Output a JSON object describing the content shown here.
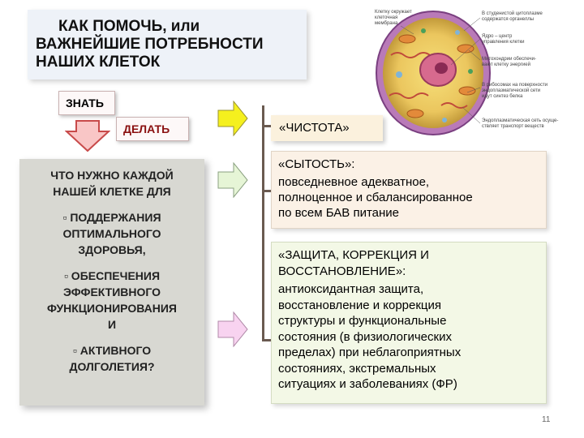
{
  "title": {
    "line1": "КАК ПОМОЧЬ, или",
    "line2": "ВАЖНЕЙШИЕ ПОТРЕБНОСТИ",
    "line3": "НАШИХ КЛЕТОК"
  },
  "znat": "ЗНАТЬ",
  "delat": "ДЕЛАТЬ",
  "left_panel": {
    "question_line1": "ЧТО НУЖНО КАЖДОЙ",
    "question_line2": "НАШЕЙ КЛЕТКЕ ДЛЯ",
    "item1_line1": "▫ ПОДДЕРЖАНИЯ",
    "item1_line2": "ОПТИМАЛЬНОГО",
    "item1_line3": "ЗДОРОВЬЯ,",
    "item2_line1": "▫ ОБЕСПЕЧЕНИЯ",
    "item2_line2": "ЭФФЕКТИВНОГО",
    "item2_line3": "ФУНКЦИОНИРОВАНИЯ",
    "item2_line4": "И",
    "item3_line1": "▫ АКТИВНОГО",
    "item3_line2": "ДОЛГОЛЕТИЯ?"
  },
  "chistota": "«ЧИСТОТА»",
  "sytost": {
    "heading": "«СЫТОСТЬ»:",
    "line1": "повседневное адекватное,",
    "line2": "полноценное и сбалансированное",
    "line3": "по всем БАВ питание"
  },
  "zaschita": {
    "heading1": "«ЗАЩИТА, КОРРЕКЦИЯ И",
    "heading2": "ВОССТАНОВЛЕНИЕ»:",
    "line1": "антиоксидантная защита,",
    "line2": "восстановление и коррекция",
    "line3": "структуры и функциональные",
    "line4": "состояния (в физиологических",
    "line5": "пределах) при неблагоприятных",
    "line6": "состояниях, экстремальных",
    "line7": "ситуациях и заболеваниях (ФР)"
  },
  "cell_labels": {
    "l1": "Клетку окружает",
    "l2": "клеточная",
    "l3": "мембрана",
    "r1": "В студенистой цитоплазме",
    "r2": "содержатся органеллы",
    "r3": "Ядро – центр",
    "r4": "управления клетки",
    "r5": "Митохондрии обеспечи-",
    "r6": "вают клетку энергией",
    "r7": "В рибосомах на поверхности",
    "r8": "эндоплазматической сети",
    "r9": "идут синтез белка",
    "r10": "Эндоплазматическая сеть осуще-",
    "r11": "ствляет транспорт веществ"
  },
  "page_number": "11",
  "colors": {
    "arrow_yellow": "#f5f01e",
    "arrow_green": "#e6f5d6",
    "arrow_pink": "#f8d3f0",
    "down_arrow_fill": "#f9c6c6",
    "down_arrow_stroke": "#c84a4a",
    "connector": "#6a5a50"
  }
}
